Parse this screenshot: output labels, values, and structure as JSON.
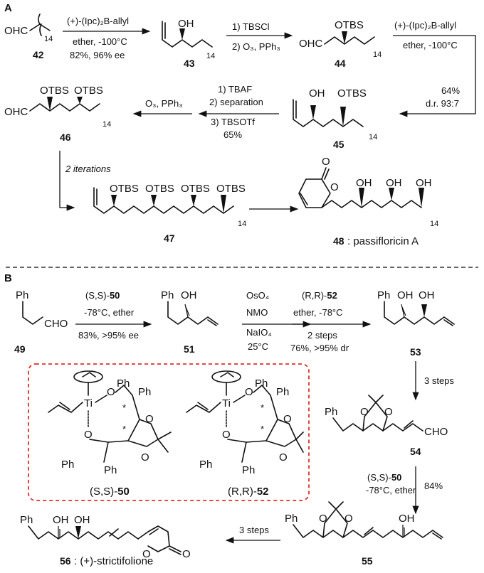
{
  "panels": {
    "a": "A",
    "b": "B"
  },
  "compounds": {
    "c42": "42",
    "c43": "43",
    "c44": "44",
    "c45": "45",
    "c46": "46",
    "c47": "47",
    "c48": "48",
    "c48_name": ": passifloricin A",
    "c49": "49",
    "c50a": "50",
    "c51": "51",
    "c52a": "52",
    "c53": "53",
    "c54": "54",
    "c50b": "50",
    "c52b": "52",
    "c55": "55",
    "c56": "56",
    "c56_name": ": (+)-strictifolione"
  },
  "groups": {
    "ohc": "OHC",
    "oh": "OH",
    "otbs": "OTBS",
    "ph": "Ph",
    "cho": "CHO",
    "ti": "Ti",
    "o": "O",
    "n14": "14",
    "star": "*"
  },
  "conditions": {
    "r1_line1": "(+)-(Ipc)₂B-allyl",
    "r1_line2": "ether, -100°C",
    "r1_line3": "82%, 96% ee",
    "r2_line1": "1) TBSCl",
    "r2_line2": "2) O₃, PPh₃",
    "r3_line1": "(+)-(Ipc)₂B-allyl",
    "r3_line2": "ether, -100°C",
    "r3_line3": "64%",
    "r3_line4": "d.r. 93:7",
    "r4_line1": "1) TBAF",
    "r4_line2": "2) separation",
    "r4_line3": "3) TBSOTf",
    "r4_line4": "65%",
    "r5": "O₃, PPh₃",
    "r6": "2 iterations",
    "b1_line1": "(S,S)-50",
    "b1_line2": "-78°C, ether",
    "b1_line3": "83%, >95% ee",
    "b2_line1": "OsO₄",
    "b2_line2": "NMO",
    "b2_line3": "NaIO₄",
    "b2_line4": "25°C",
    "b3_line1": "(R,R)-52",
    "b3_line2": "ether, -78°C",
    "b3_line3": "2 steps",
    "b3_line4": "76%, >95% dr",
    "b4": "3 steps",
    "b5_line1": "(S,S)-50",
    "b5_line2": "-78°C, ether",
    "b5_yield": "84%",
    "b6": "3 steps"
  },
  "reagent_labels": {
    "ss50": "(S,S)-",
    "rr52": "(R,R)-"
  },
  "colors": {
    "ink": "#111111",
    "box_border": "#e03030",
    "divider": "#333333"
  }
}
